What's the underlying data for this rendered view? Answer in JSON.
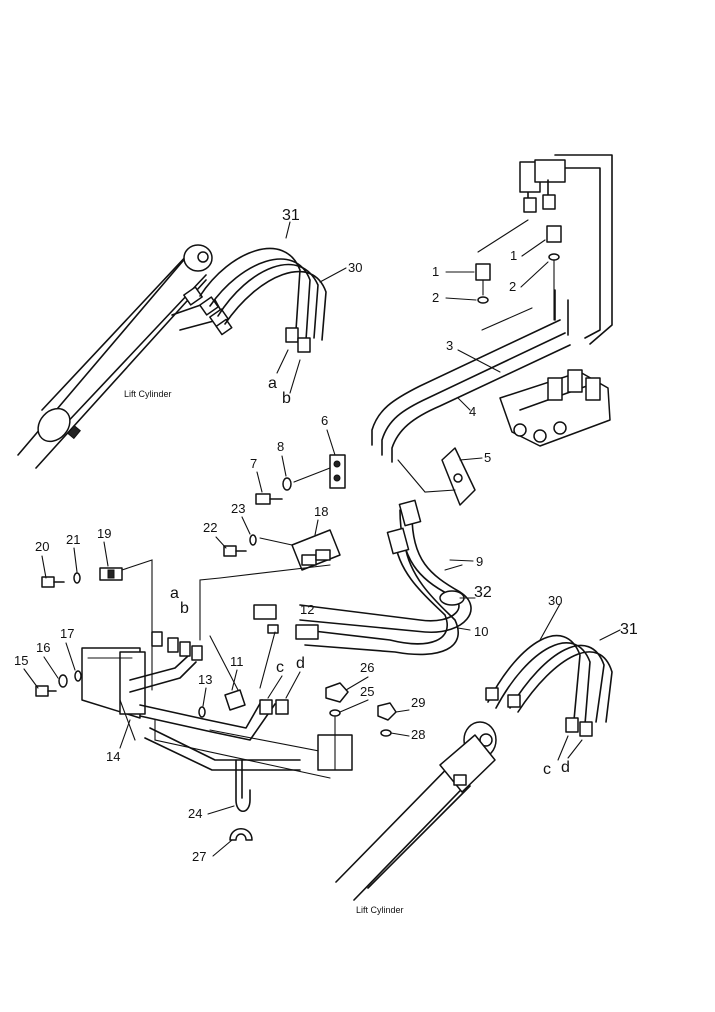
{
  "captions": {
    "lift_cylinder_left": "Lift Cylinder",
    "lift_cylinder_right": "Lift Cylinder"
  },
  "callouts": {
    "n1a": "1",
    "n1b": "1",
    "n2a": "2",
    "n2b": "2",
    "n3": "3",
    "n4": "4",
    "n5": "5",
    "n6": "6",
    "n7": "7",
    "n8": "8",
    "n9": "9",
    "n10": "10",
    "n11": "11",
    "n12": "12",
    "n13": "13",
    "n14": "14",
    "n15": "15",
    "n16": "16",
    "n17": "17",
    "n18": "18",
    "n19": "19",
    "n20": "20",
    "n21": "21",
    "n22": "22",
    "n23": "23",
    "n24": "24",
    "n25": "25",
    "n26": "26",
    "n27": "27",
    "n28": "28",
    "n29": "29",
    "n30a": "30",
    "n30b": "30",
    "n31a": "31",
    "n31b": "31",
    "n32": "32",
    "a1": "a",
    "b1": "b",
    "a2": "a",
    "b2": "b",
    "c1": "c",
    "d1": "d",
    "c2": "c",
    "d2": "d"
  }
}
